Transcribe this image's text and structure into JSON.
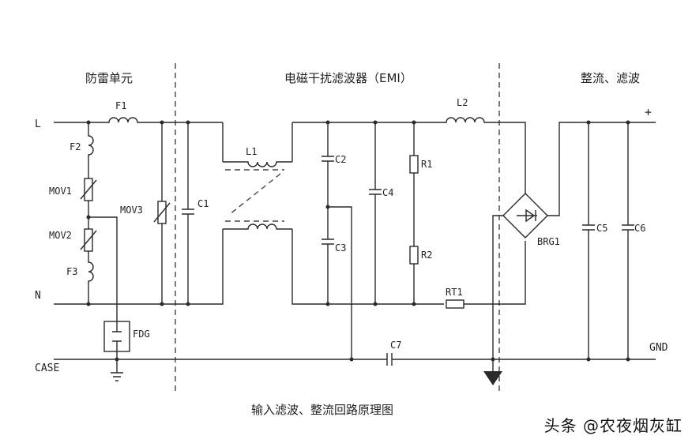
{
  "sections": {
    "surge": "防雷单元",
    "emi": "电磁干扰滤波器（EMI）",
    "rect": "整流、滤波"
  },
  "lines": {
    "l": "L",
    "n": "N",
    "case": "CASE",
    "plus": "+",
    "gnd": "GND"
  },
  "components": {
    "f1": "F1",
    "f2": "F2",
    "f3": "F3",
    "mov1": "MOV1",
    "mov2": "MOV2",
    "mov3": "MOV3",
    "fdg": "FDG",
    "c1": "C1",
    "l1": "L1",
    "c2": "C2",
    "c3": "C3",
    "c4": "C4",
    "r1": "R1",
    "r2": "R2",
    "l2": "L2",
    "rt1": "RT1",
    "brg1": "BRG1",
    "c5": "C5",
    "c6": "C6",
    "c7": "C7"
  },
  "caption": "输入滤波、整流回路原理图",
  "watermark": "头条 @农夜烟灰缸"
}
